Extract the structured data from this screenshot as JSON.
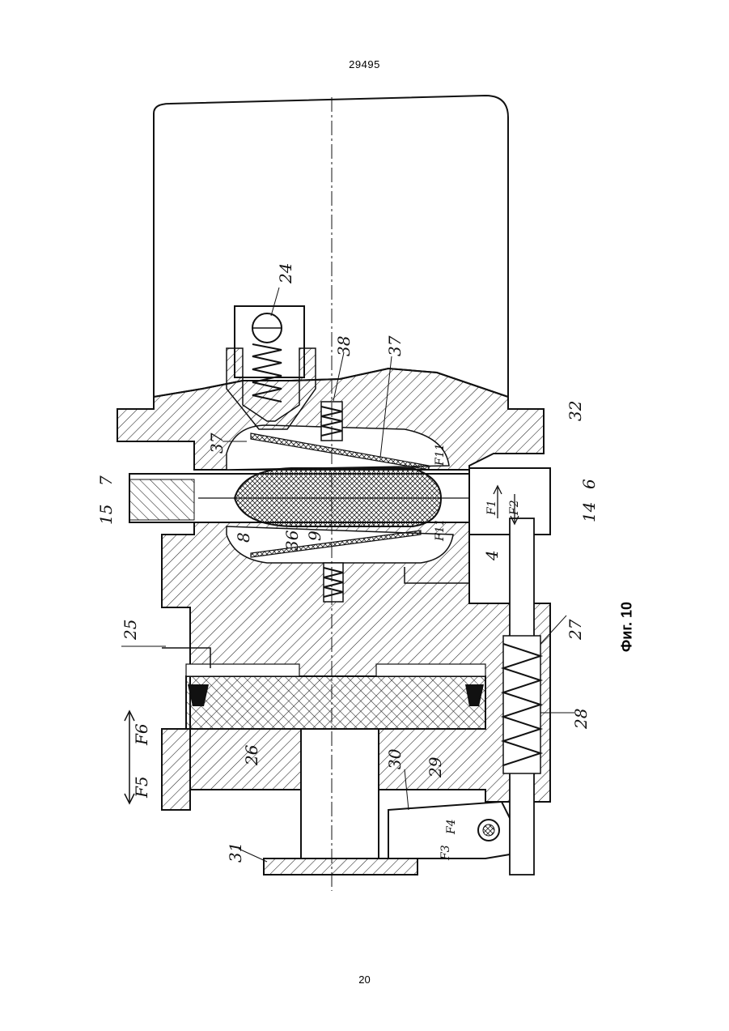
{
  "header": {
    "doc_number": "29495"
  },
  "footer": {
    "page_number": "20"
  },
  "figure": {
    "caption": "Фиг. 10"
  },
  "labels": {
    "l24": "24",
    "l38": "38",
    "l37a": "37",
    "l37b": "37",
    "l32": "32",
    "l7": "7",
    "l15": "15",
    "l8": "8",
    "l36": "36",
    "l9": "9",
    "l6": "6",
    "l14": "14",
    "l4": "4",
    "lF1": "F1",
    "lF2": "F2",
    "lF11a": "F11",
    "lF11b": "F11",
    "l25": "25",
    "l27": "27",
    "l28": "28",
    "l26": "26",
    "lF5": "F5",
    "lF6": "F6",
    "l30": "30",
    "l29": "29",
    "lF3": "F3",
    "lF4": "F4",
    "l31": "31"
  }
}
